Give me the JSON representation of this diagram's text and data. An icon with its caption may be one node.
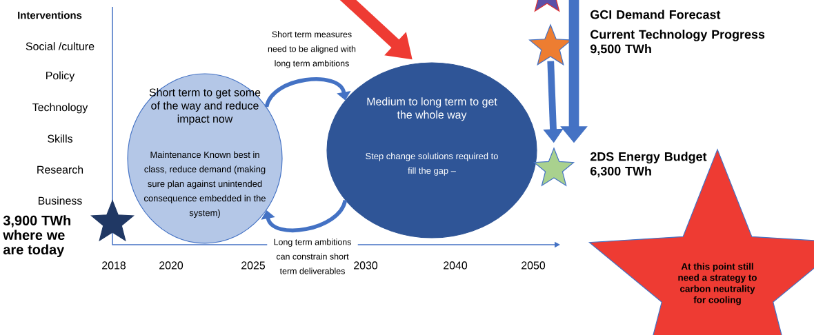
{
  "diagram": {
    "nodes": [
      {
        "text": [
          "Short term to get some of the way and reduce impact now",
          "Maintenance Known best in class, reduce demand (making sure  plan against unintended consequence embedded in the system)"
        ]
      },
      {
        "text": [
          "Medium to long term to get the whole way",
          "Step change solutions required to fill the gap –"
        ]
      },
      {
        "text": [],
        "shape": "star",
        "beside": [
          "GCI Demand Forecast",
          "Current Technology  Progress",
          "9,500 TWh"
        ]
      },
      {
        "text": [],
        "shape": "star",
        "beside": [
          "2DS Energy Budget",
          "6,300 TWh"
        ]
      },
      {
        "text": [
          "At this point still need a strategy to carbon neutrality for cooling"
        ]
      },
      {
        "text": [],
        "shape": "star",
        "beside": [
          "3,900 TWh where we are today"
        ]
      },
      {
        "text": [],
        "shape": "star"
      }
    ],
    "edges": [
      {
        "from": 0,
        "to": 1,
        "arrow": "to",
        "label": "Short term measures need to be aligned with long term ambitions"
      },
      {
        "from": 1,
        "to": 0,
        "arrow": "to",
        "label": "Long term ambitions can constrain short term deliverables"
      },
      {
        "from": null,
        "to": 1,
        "arrow": "to",
        "color": "#ee3b33"
      },
      {
        "from": 6,
        "to": 3,
        "arrow": "to"
      },
      {
        "from": 2,
        "to": 3,
        "arrow": "to"
      }
    ],
    "labels": [
      "Interventions",
      "Social /culture",
      "Policy",
      "Technology",
      "Skills",
      "Research",
      "Business",
      "2018",
      "2020",
      "2025",
      "2030",
      "2040",
      "2050"
    ]
  }
}
